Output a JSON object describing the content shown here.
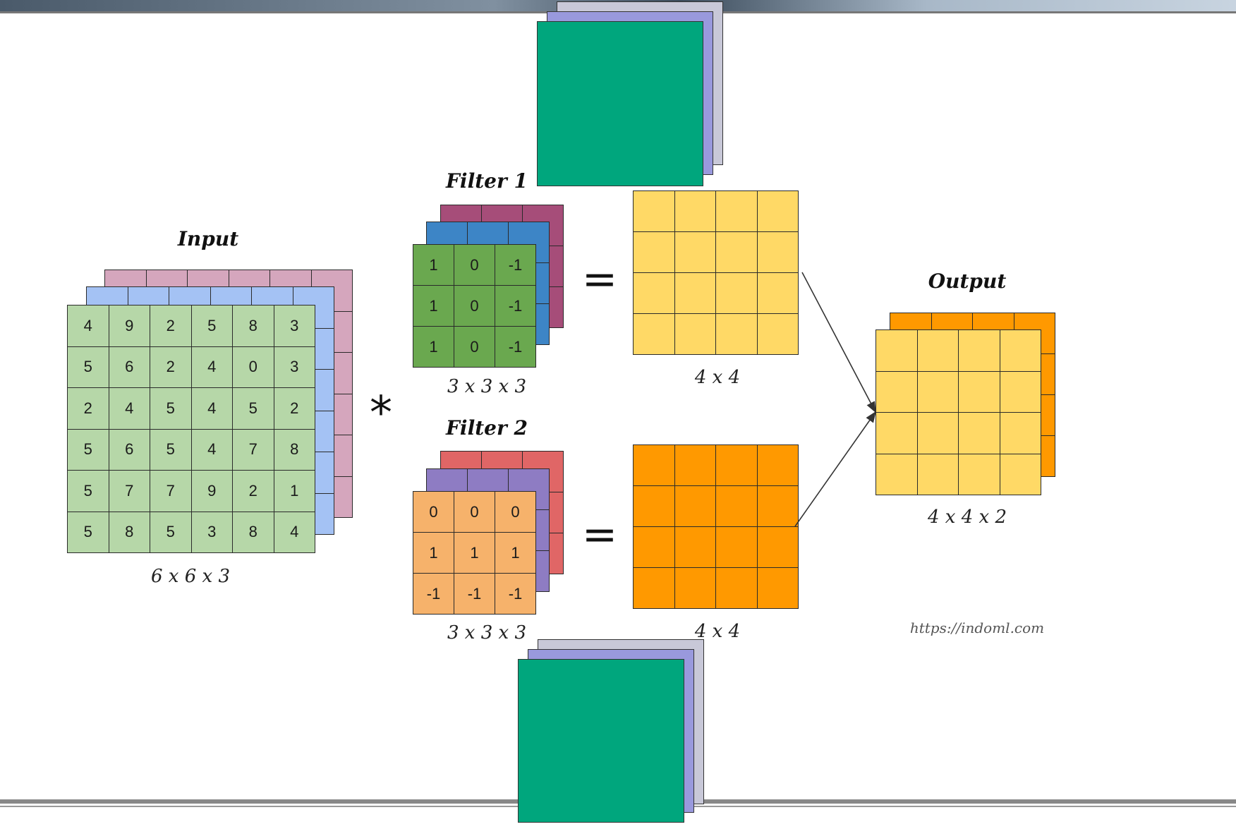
{
  "input": {
    "title": "Input",
    "dims": "6 x 6 x 3",
    "colors": [
      "#b6d7a8",
      "#a4c2f4",
      "#d5a6bd"
    ],
    "values": [
      [
        "4",
        "9",
        "2",
        "5",
        "8",
        "3"
      ],
      [
        "5",
        "6",
        "2",
        "4",
        "0",
        "3"
      ],
      [
        "2",
        "4",
        "5",
        "4",
        "5",
        "2"
      ],
      [
        "5",
        "6",
        "5",
        "4",
        "7",
        "8"
      ],
      [
        "5",
        "7",
        "7",
        "9",
        "2",
        "1"
      ],
      [
        "5",
        "8",
        "5",
        "3",
        "8",
        "4"
      ]
    ]
  },
  "operator": "*",
  "filter1": {
    "title": "Filter 1",
    "dims": "3 x 3 x 3",
    "colors": [
      "#6aa84f",
      "#3d85c6",
      "#a64d79"
    ],
    "values": [
      [
        "1",
        "0",
        "-1"
      ],
      [
        "1",
        "0",
        "-1"
      ],
      [
        "1",
        "0",
        "-1"
      ]
    ]
  },
  "filter2": {
    "title": "Filter 2",
    "dims": "3 x 3 x 3",
    "colors": [
      "#f6b26b",
      "#8e7cc3",
      "#e06666"
    ],
    "values": [
      [
        "0",
        "0",
        "0"
      ],
      [
        "1",
        "1",
        "1"
      ],
      [
        "-1",
        "-1",
        "-1"
      ]
    ]
  },
  "equals": "=",
  "result1": {
    "dims": "4 x 4",
    "color": "#ffd966"
  },
  "result2": {
    "dims": "4 x 4",
    "color": "#ff9900"
  },
  "output": {
    "title": "Output",
    "dims": "4 x 4 x 2",
    "colors": [
      "#ffd966",
      "#ff9900"
    ]
  },
  "watermark": "https://indoml.com",
  "colors": {
    "teal": "#00a67d",
    "lavender": "#9999dd",
    "grey": "#c8c8d8",
    "line": "#333333"
  }
}
